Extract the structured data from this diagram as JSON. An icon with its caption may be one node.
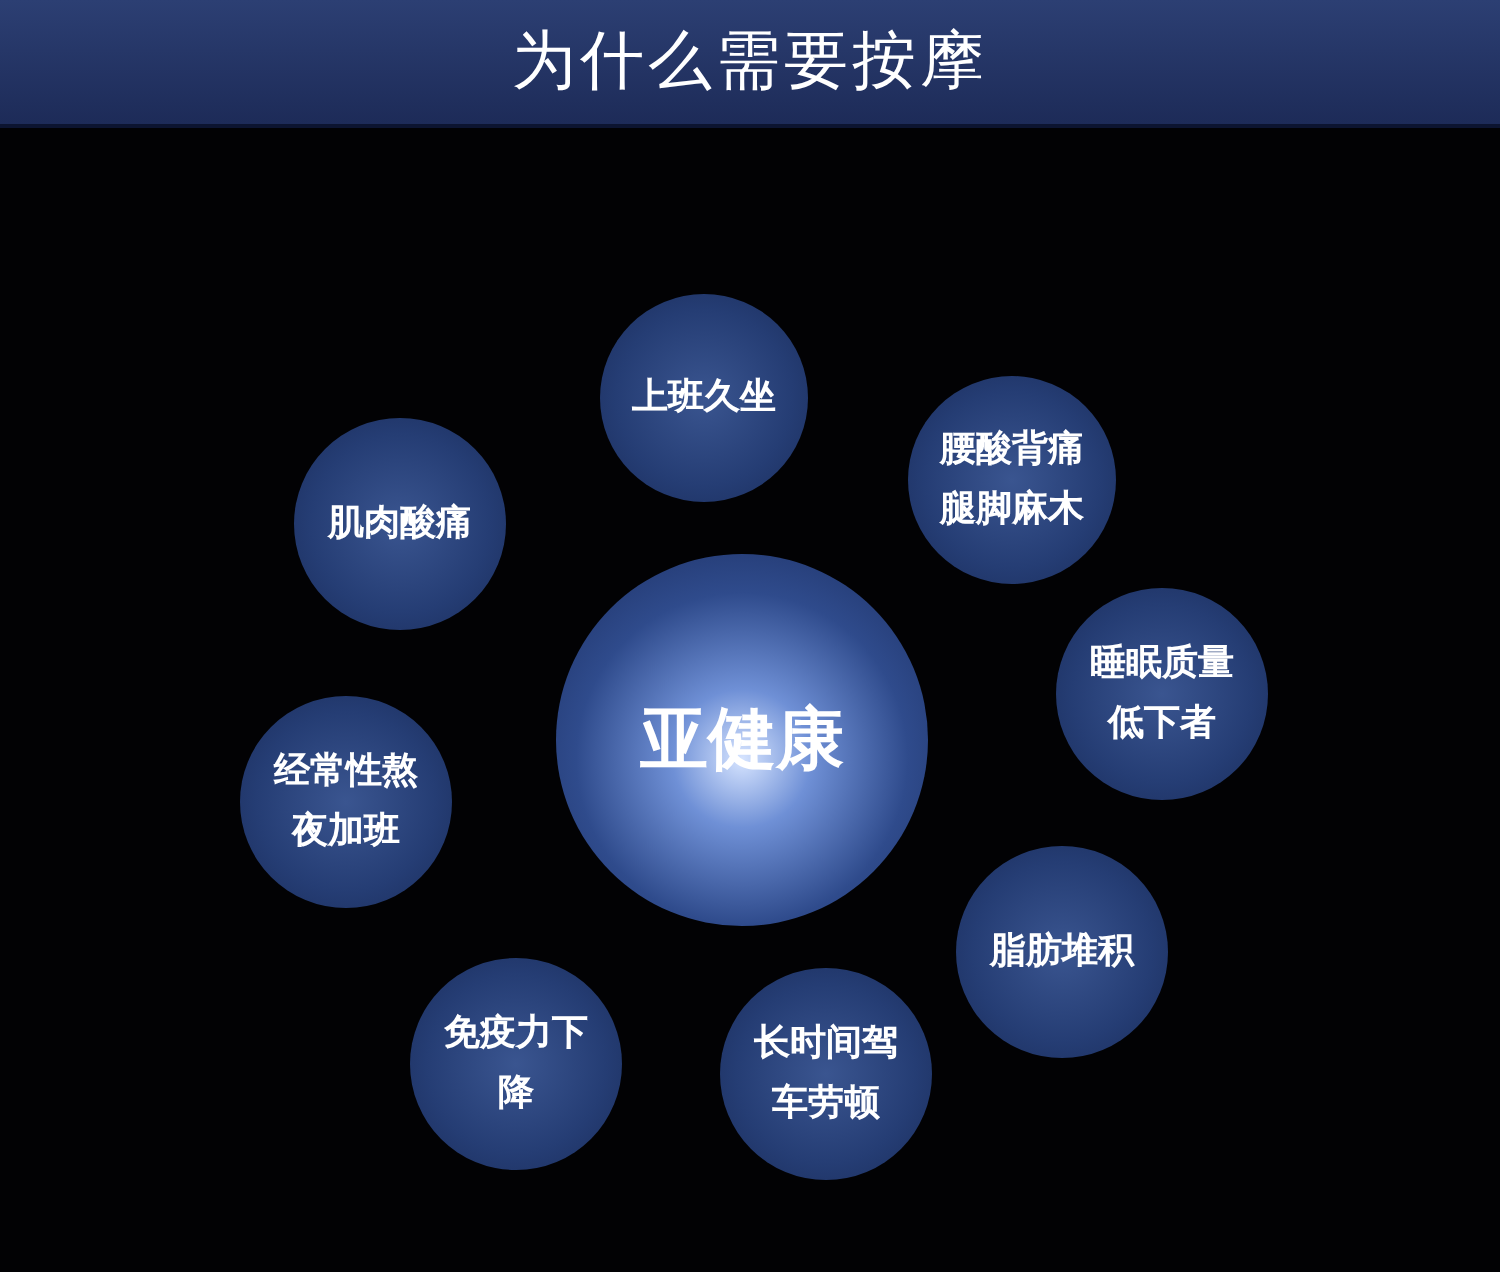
{
  "diagram": {
    "title": "为什么需要按摩",
    "nodes": [
      {
        "text": [
          "亚健康"
        ]
      },
      {
        "text": [
          "上班久坐"
        ]
      },
      {
        "text": [
          "腰酸背痛腿脚麻木"
        ]
      },
      {
        "text": [
          "睡眠质量低下者"
        ]
      },
      {
        "text": [
          "脂肪堆积"
        ]
      },
      {
        "text": [
          "长时间驾车劳顿"
        ]
      },
      {
        "text": [
          "免疫力下降"
        ]
      },
      {
        "text": [
          "经常性熬夜加班"
        ]
      },
      {
        "text": [
          "肌肉酸痛"
        ]
      }
    ]
  }
}
